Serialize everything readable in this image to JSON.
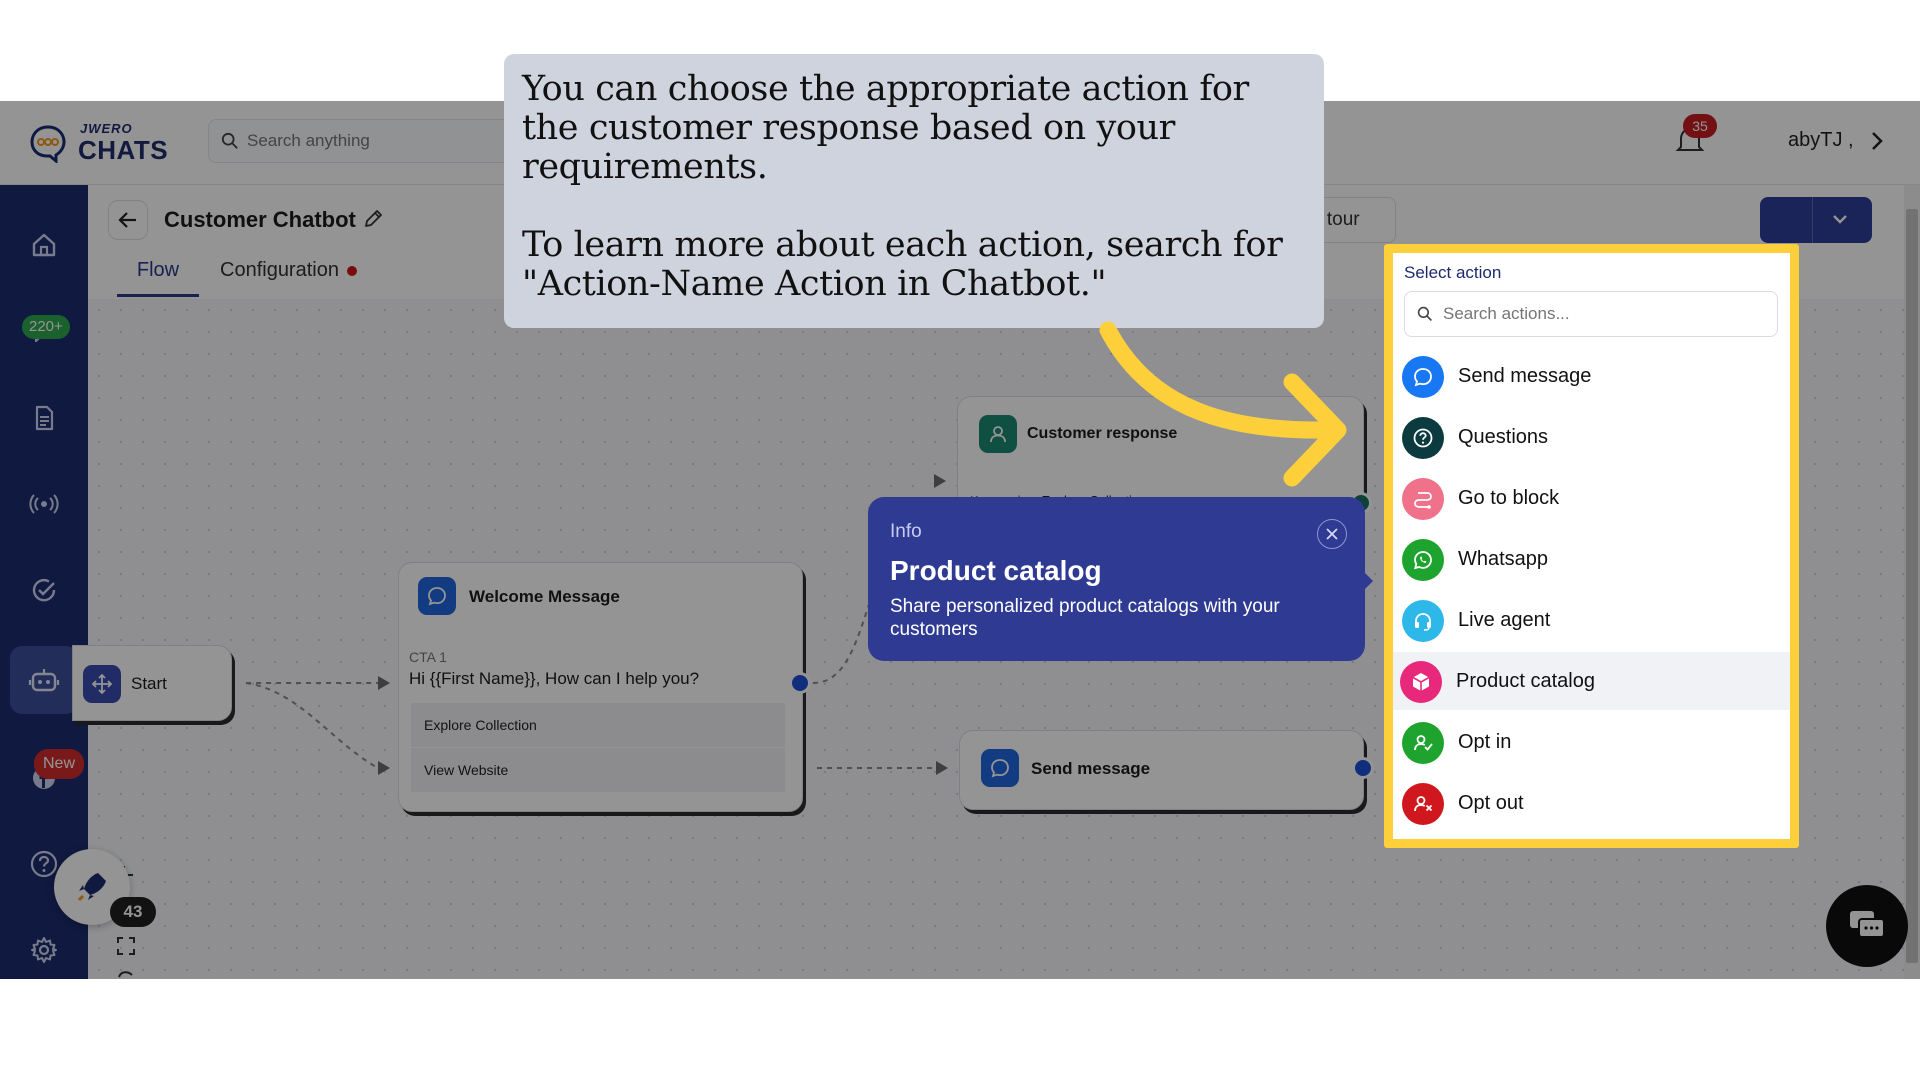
{
  "app": {
    "logo_small": "JWERO",
    "logo_big": "CHATS",
    "search_placeholder": "Search anything",
    "notification_count": "35",
    "user_name": "abyTJ ,"
  },
  "sidebar": {
    "conversations_badge": "220+",
    "new_badge": "New"
  },
  "header": {
    "title": "Customer Chatbot",
    "tabs": [
      {
        "label": "Flow"
      },
      {
        "label": "Configuration"
      }
    ],
    "tour_label": "a tour"
  },
  "nodes": {
    "start": {
      "title": "Start"
    },
    "welcome": {
      "title": "Welcome Message",
      "cta_label": "CTA 1",
      "text": "Hi {{First Name}}, How can I help you?",
      "options": [
        "Explore Collection",
        "View Website"
      ]
    },
    "customer_response": {
      "title": "Customer response",
      "keywords_label": "Keywords:",
      "keywords_value": "Explore Collection"
    },
    "send_message": {
      "title": "Send message"
    }
  },
  "info_card": {
    "label": "Info",
    "title": "Product catalog",
    "description": "Share personalized product catalogs with your customers"
  },
  "select_action": {
    "heading": "Select action",
    "search_placeholder": "Search actions...",
    "items": [
      {
        "label": "Send message",
        "icon": "chat-bubble-icon",
        "color": "#1877f2"
      },
      {
        "label": "Questions",
        "icon": "question-icon",
        "color": "#0b3a3f"
      },
      {
        "label": "Go to block",
        "icon": "route-icon",
        "color": "#f0718a"
      },
      {
        "label": "Whatsapp",
        "icon": "whatsapp-icon",
        "color": "#1fa32f"
      },
      {
        "label": "Live agent",
        "icon": "headset-icon",
        "color": "#2eb8ea"
      },
      {
        "label": "Product catalog",
        "icon": "box-icon",
        "color": "#e8287a"
      },
      {
        "label": "Opt in",
        "icon": "user-check-icon",
        "color": "#1fa32f"
      },
      {
        "label": "Opt out",
        "icon": "user-x-icon",
        "color": "#d0171d"
      }
    ]
  },
  "canvas": {
    "zoom": "43"
  },
  "tooltip": {
    "paragraph_1": "You can choose the appropriate action for the customer response based on your requirements.",
    "paragraph_2": "To learn more about each action, search for \"Action-Name Action in Chatbot.\""
  },
  "colors": {
    "brand_navy": "#1c2b6e",
    "highlight_yellow": "#fdd03b",
    "info_card": "#2f3b93",
    "handle_blue": "#1f4fd6"
  }
}
